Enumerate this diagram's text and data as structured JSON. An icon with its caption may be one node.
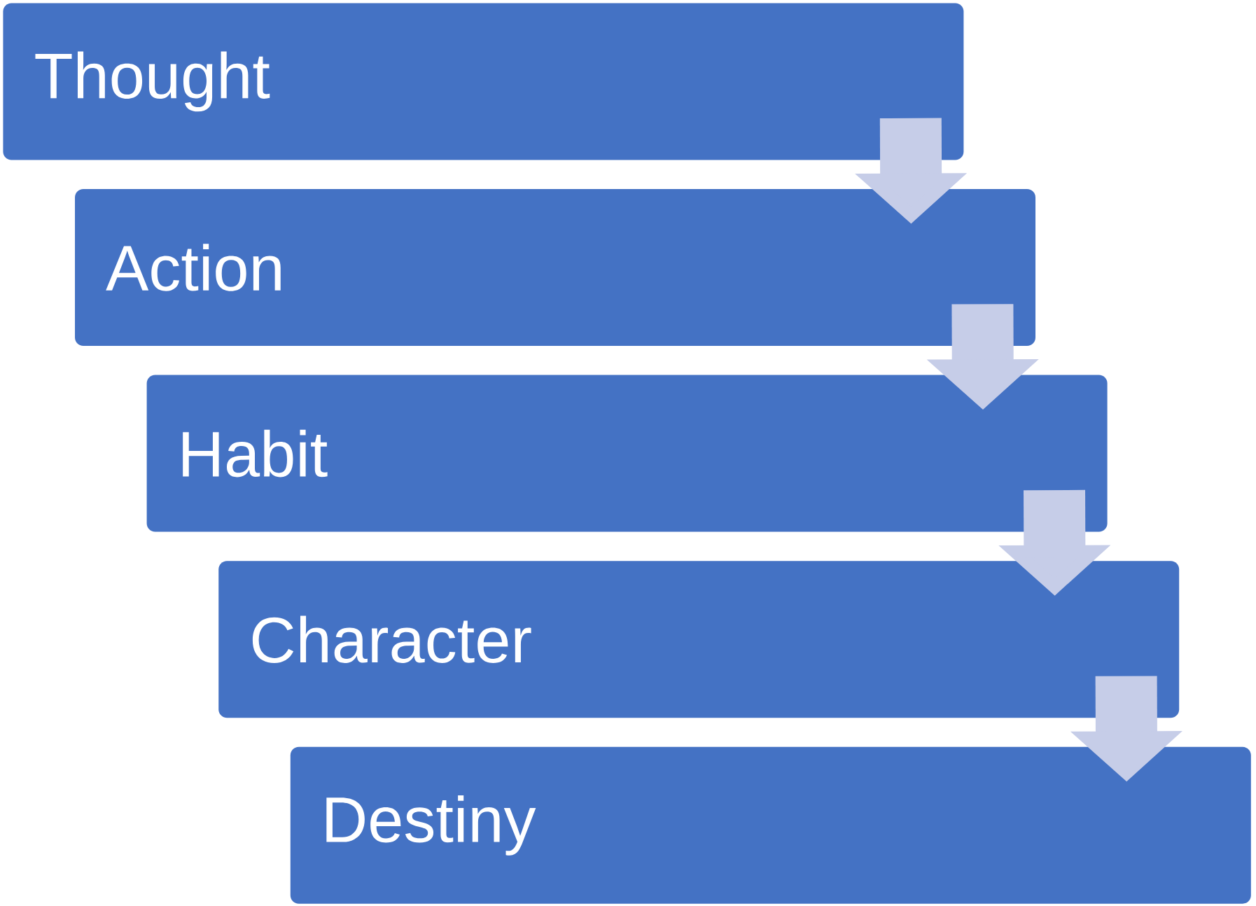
{
  "diagram": {
    "nodes": [
      {
        "text": [
          "Thought"
        ]
      },
      {
        "text": [
          "Action"
        ]
      },
      {
        "text": [
          "Habit"
        ]
      },
      {
        "text": [
          "Character"
        ]
      },
      {
        "text": [
          "Destiny"
        ]
      }
    ],
    "edges": [
      {
        "from": 0,
        "to": 1,
        "arrow": "to"
      },
      {
        "from": 1,
        "to": 2,
        "arrow": "to"
      },
      {
        "from": 2,
        "to": 3,
        "arrow": "to"
      },
      {
        "from": 3,
        "to": 4,
        "arrow": "to"
      }
    ]
  }
}
